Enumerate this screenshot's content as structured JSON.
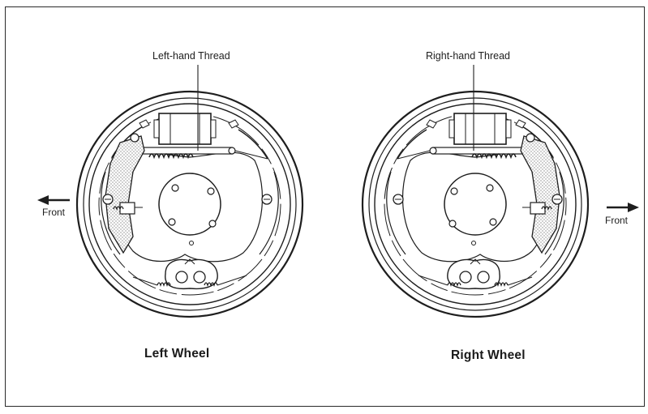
{
  "labels": {
    "left_thread": "Left-hand Thread",
    "right_thread": "Right-hand Thread",
    "front_left": "Front",
    "front_right": "Front"
  },
  "titles": {
    "left_wheel": "Left Wheel",
    "right_wheel": "Right Wheel"
  },
  "colors": {
    "line": "#1e1e1e",
    "shading": "#d9d9d9",
    "paper": "#ffffff"
  }
}
